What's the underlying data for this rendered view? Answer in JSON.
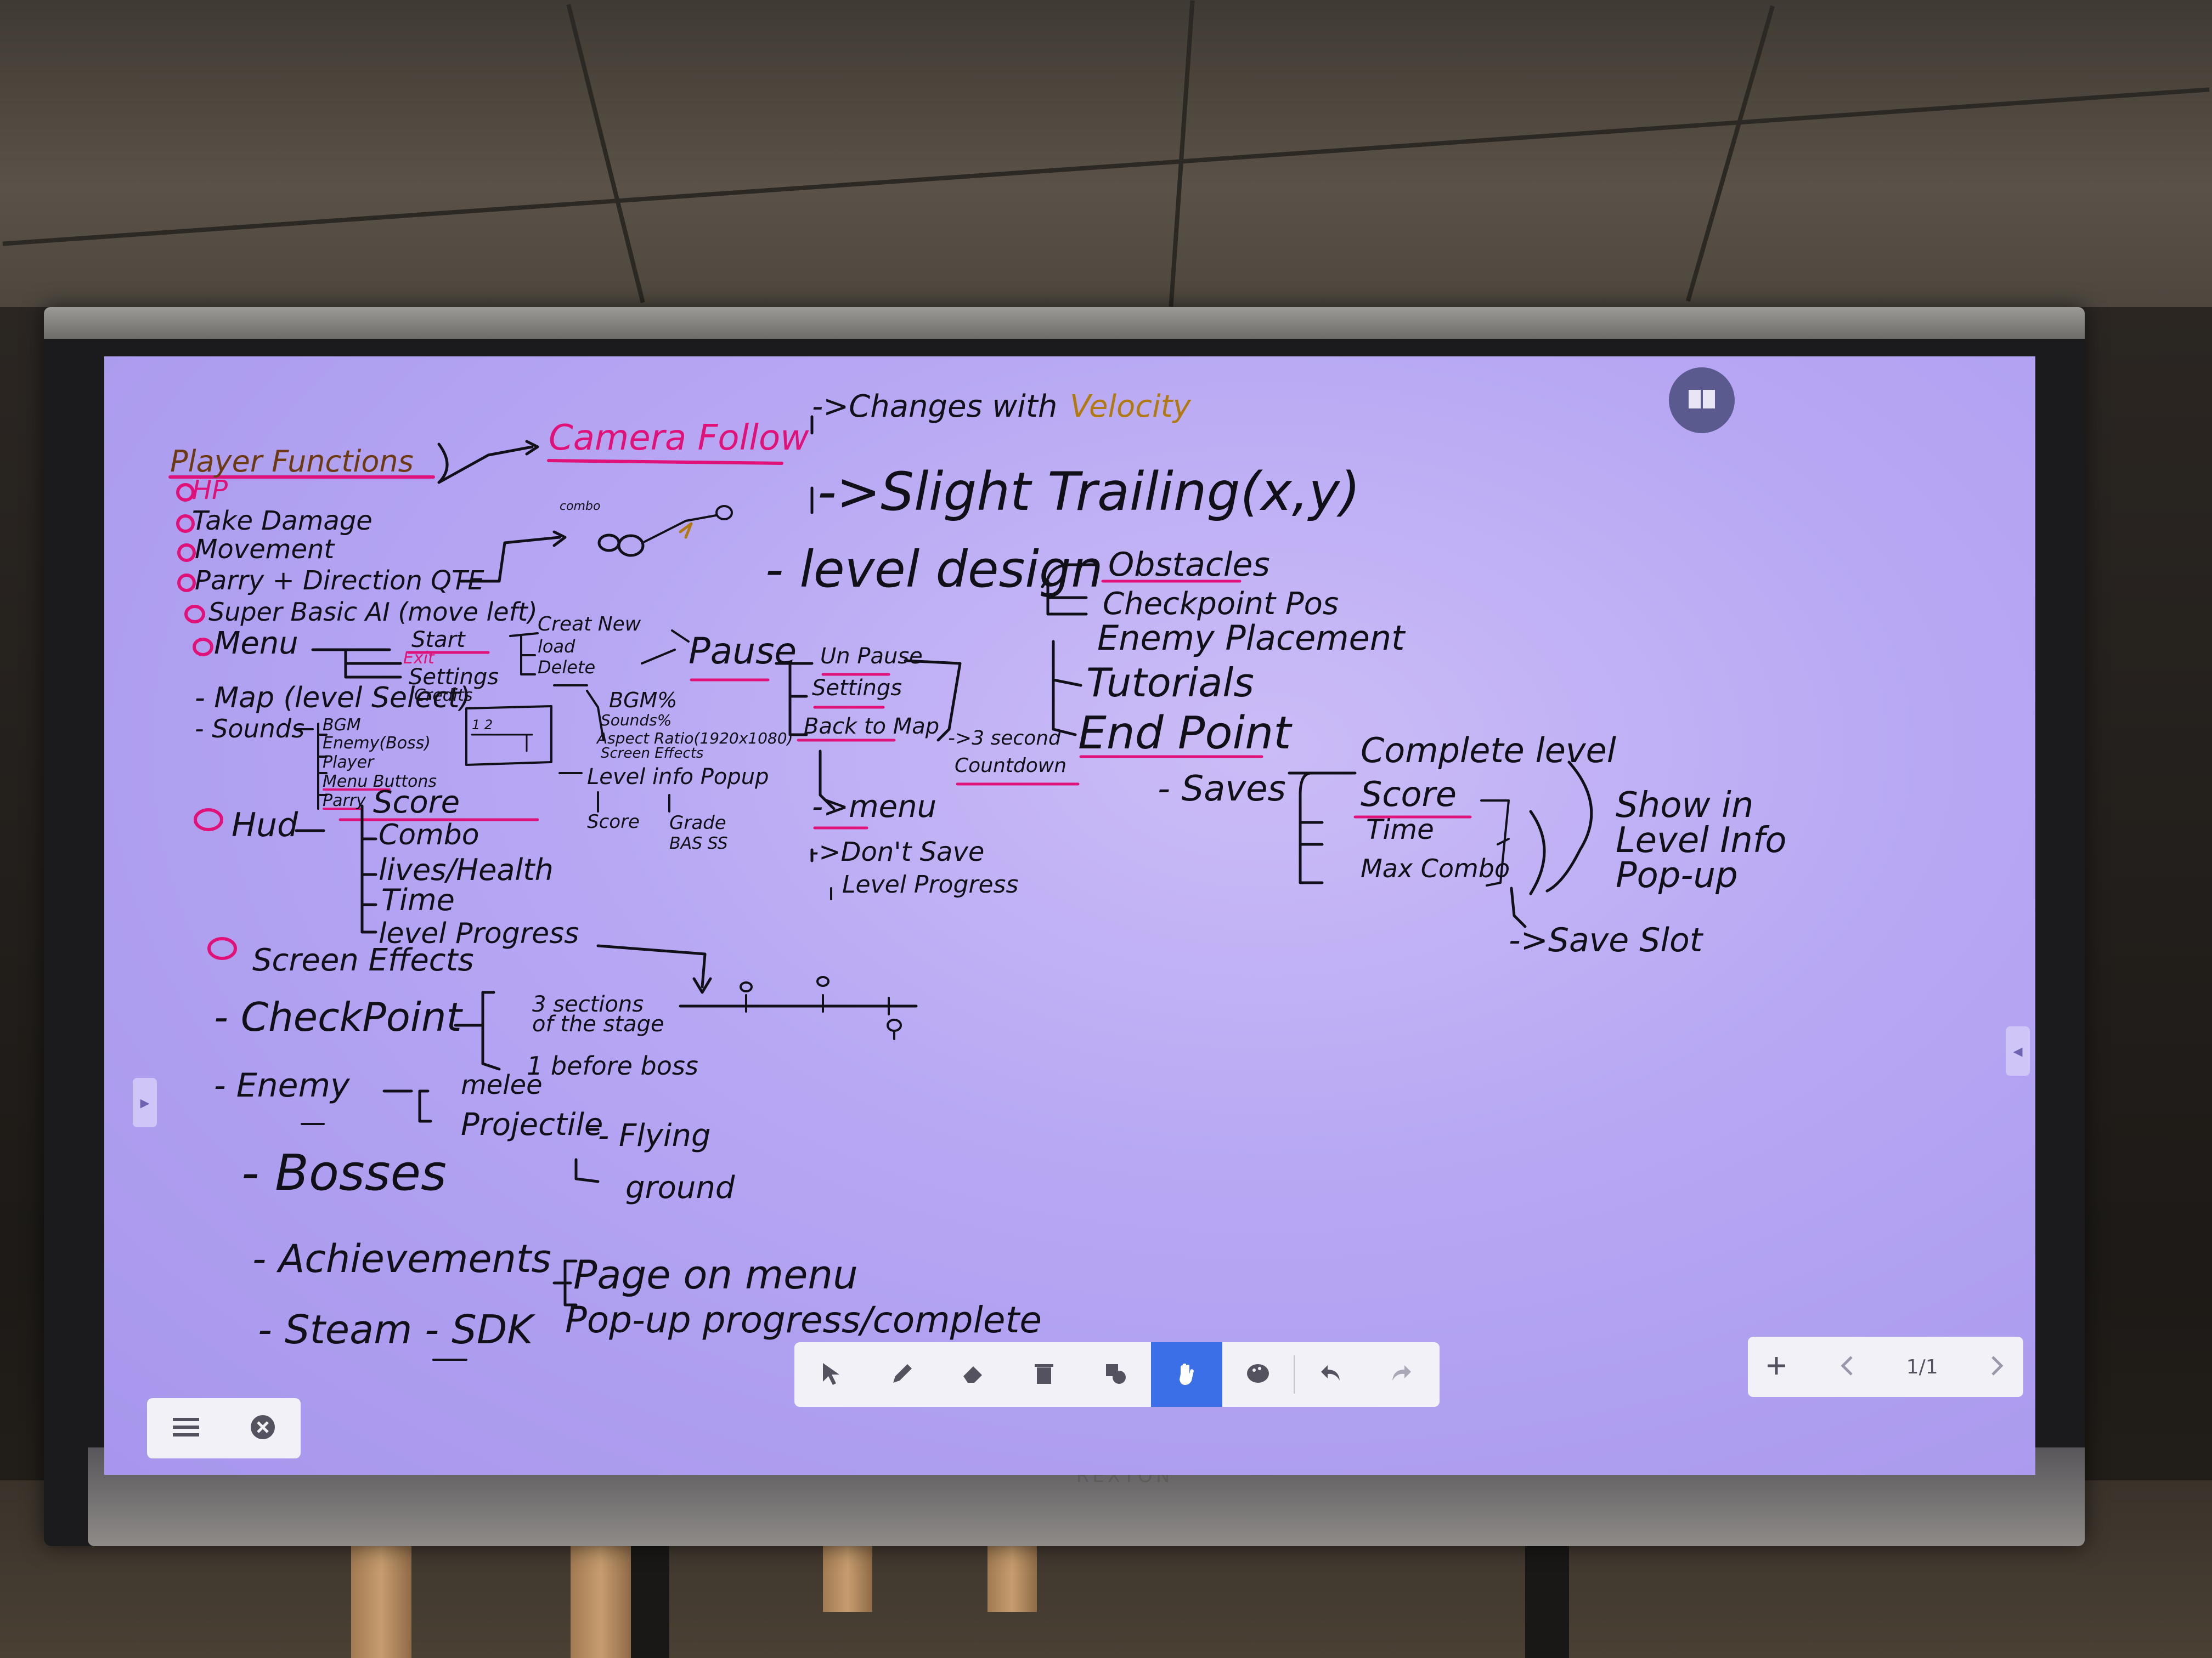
{
  "ink_colors": {
    "black": "#111018",
    "magenta": "#e0127a",
    "gold": "#b07a10",
    "brown": "#6b3a12"
  },
  "whiteboard": {
    "notes": {
      "player_functions": "Player Functions",
      "camera_follow": "Camera Follow",
      "changes_with": "->Changes with",
      "velocity": "Velocity",
      "slight_trailing": "->Slight Trailing(x,y)",
      "combo_label": "combo",
      "level_design": "- level design",
      "obstacles": "Obstacles",
      "checkpoint_pos": "Checkpoint Pos",
      "enemy_placement": "Enemy Placement",
      "tutorials": "Tutorials",
      "end_point": "End Point",
      "hp": "HP",
      "take_damage": "Take Damage",
      "movement": "Movement",
      "parry": "Parry + Direction QTE",
      "super_basic_ai": "Super Basic AI (move left)",
      "menu": "Menu",
      "start": "Start",
      "exit": "Exit",
      "settings": "Settings",
      "credits": "Credits",
      "create_new": "Creat New",
      "load": "load",
      "delete": "Delete",
      "pause": "Pause",
      "un_pause": "Un Pause",
      "settings_2": "Settings",
      "back_to_map": "Back to Map",
      "three_second": "->3 second",
      "countdown": "Countdown",
      "to_menu": "->menu",
      "dont_save": "->Don't Save",
      "level_progress_save": "Level Progress",
      "map_level_select": "- Map (level Select)",
      "bgm_percent": "BGM%",
      "sounds_percent": "Sounds%",
      "aspect_ratio": "Aspect Ratio(1920x1080)",
      "screen_effects_small": "Screen Effects",
      "level_info_popup": "Level info Popup",
      "score_small": "Score",
      "grade": "Grade",
      "grades": "BAS SS",
      "map_nodes": "1  2",
      "sounds": "- Sounds",
      "bgm": "BGM",
      "enemy_boss": "Enemy(Boss)",
      "player": "Player",
      "menu_buttons": "Menu Buttons",
      "parry_small": "Parry",
      "hud": "Hud",
      "score": "Score",
      "combo": "Combo",
      "lives_health": "lives/Health",
      "time": "Time",
      "level_progress": "level Progress",
      "screen_effects": "Screen Effects",
      "saves": "- Saves",
      "complete_level": "Complete level",
      "score_saves": "Score",
      "time_saves": "Time",
      "max_combo": "Max Combo",
      "show_in_level_info": "Show in Level Info Pop-up",
      "save_slot": "->Save Slot",
      "checkpoint": "- CheckPoint",
      "three_sections": "3 sections of the stage",
      "before_boss": "1 before boss",
      "enemy": "- Enemy",
      "melee": "melee",
      "projectile": "Projectile",
      "flying": "- Flying",
      "ground": "ground",
      "bosses": "- Bosses",
      "achievements": "- Achievements",
      "page_on_menu": "Page on menu",
      "popup_progress": "Pop-up progress/complete",
      "steam": "- Steam - SDK"
    }
  },
  "board_ui": {
    "page_indicator": "1/1",
    "tools": [
      "select-icon",
      "pen-icon",
      "eraser-icon",
      "delete-icon",
      "shapes-icon",
      "hand-icon",
      "palette-icon",
      "undo-icon",
      "redo-icon"
    ],
    "active_tool": "hand-icon",
    "accent": "#3a6fe8"
  },
  "monitor": {
    "brand": "REXTON"
  }
}
